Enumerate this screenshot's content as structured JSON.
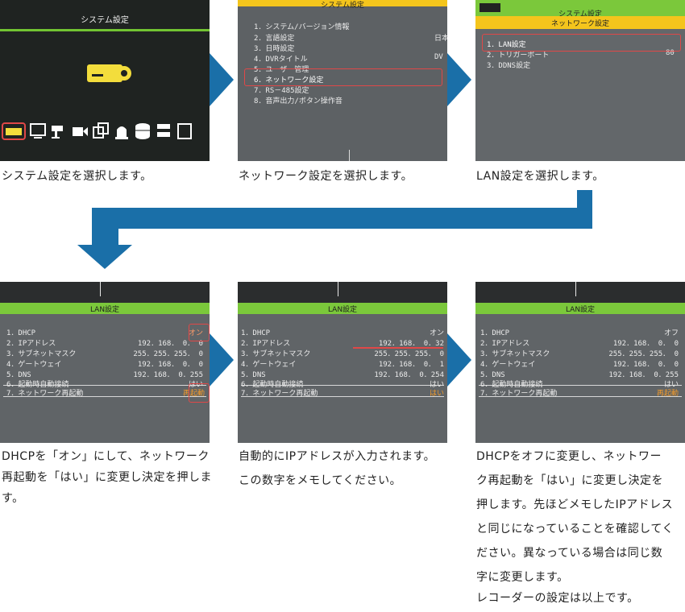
{
  "step1": {
    "screen_title": "システム設定",
    "caption": "システム設定を選択します。"
  },
  "step2": {
    "screen_title": "システム設定",
    "items": [
      "1．システム/バージョン情報",
      "2．言語設定",
      "3．日時設定",
      "4．DVRタイトル",
      "5．ユーザー管理",
      "6．ネットワーク設定",
      "7．RS－485設定",
      "8．音声出力/ボタン操作音"
    ],
    "side_values": [
      "日本",
      "DV"
    ],
    "caption": "ネットワーク設定を選択します。"
  },
  "step3": {
    "screen_title": "システム設定",
    "subtitle": "ネットワーク設定",
    "items": [
      "1．LAN設定",
      "2．トリガーポート",
      "3．DDNS設定"
    ],
    "side_value": "80",
    "caption": "LAN設定を選択します。"
  },
  "step4": {
    "screen_title": "LAN設定",
    "labels": [
      "1．DHCP",
      "2．IPアドレス",
      "3．サブネットマスク",
      "4．ゲートウェイ",
      "5．DNS",
      "6．起動時自動接続",
      "7．ネットワーク再起動"
    ],
    "values": [
      "オン",
      "192．168．  0．  0",
      "255．255．255．  0",
      "192．168．  0．  0",
      "192．168．  0．255",
      "はい",
      "再起動"
    ],
    "caption": "DHCPを「オン」にして、ネットワーク再起動を「はい」に変更し決定を押します。"
  },
  "step5": {
    "screen_title": "LAN設定",
    "labels": [
      "1．DHCP",
      "2．IPアドレス",
      "3．サブネットマスク",
      "4．ゲートウェイ",
      "5．DNS",
      "6．起動時自動接続",
      "7．ネットワーク再起動"
    ],
    "values": [
      "オン",
      "192．168．  0．32",
      "255．255．255．  0",
      "192．168．  0．  1",
      "192．168．  0．254",
      "はい",
      "はい"
    ],
    "caption_lines": [
      "自動的にIPアドレスが入力されます。",
      "この数字をメモしてください。"
    ]
  },
  "step6": {
    "screen_title": "LAN設定",
    "labels": [
      "1．DHCP",
      "2．IPアドレス",
      "3．サブネットマスク",
      "4．ゲートウェイ",
      "5．DNS",
      "6．起動時自動接続",
      "7．ネットワーク再起動"
    ],
    "values": [
      "オフ",
      "192．168．  0．  0",
      "255．255．255．  0",
      "192．168．  0．  0",
      "192．168．  0．255",
      "はい",
      "再起動"
    ],
    "caption_lines": [
      "DHCPをオフに変更し、ネットワー",
      "ク再起動を「はい」に変更し決定を",
      "押します。先ほどメモしたIPアドレス",
      "と同じになっていることを確認してく",
      "ださい。異なっている場合は同じ数",
      "字に変更します。",
      "レコーダーの設定は以上です。"
    ]
  },
  "colors": {
    "arrow": "#1a6fa8",
    "highlight": "#e04848",
    "green": "#72c432",
    "yellow": "#f4c51c"
  }
}
